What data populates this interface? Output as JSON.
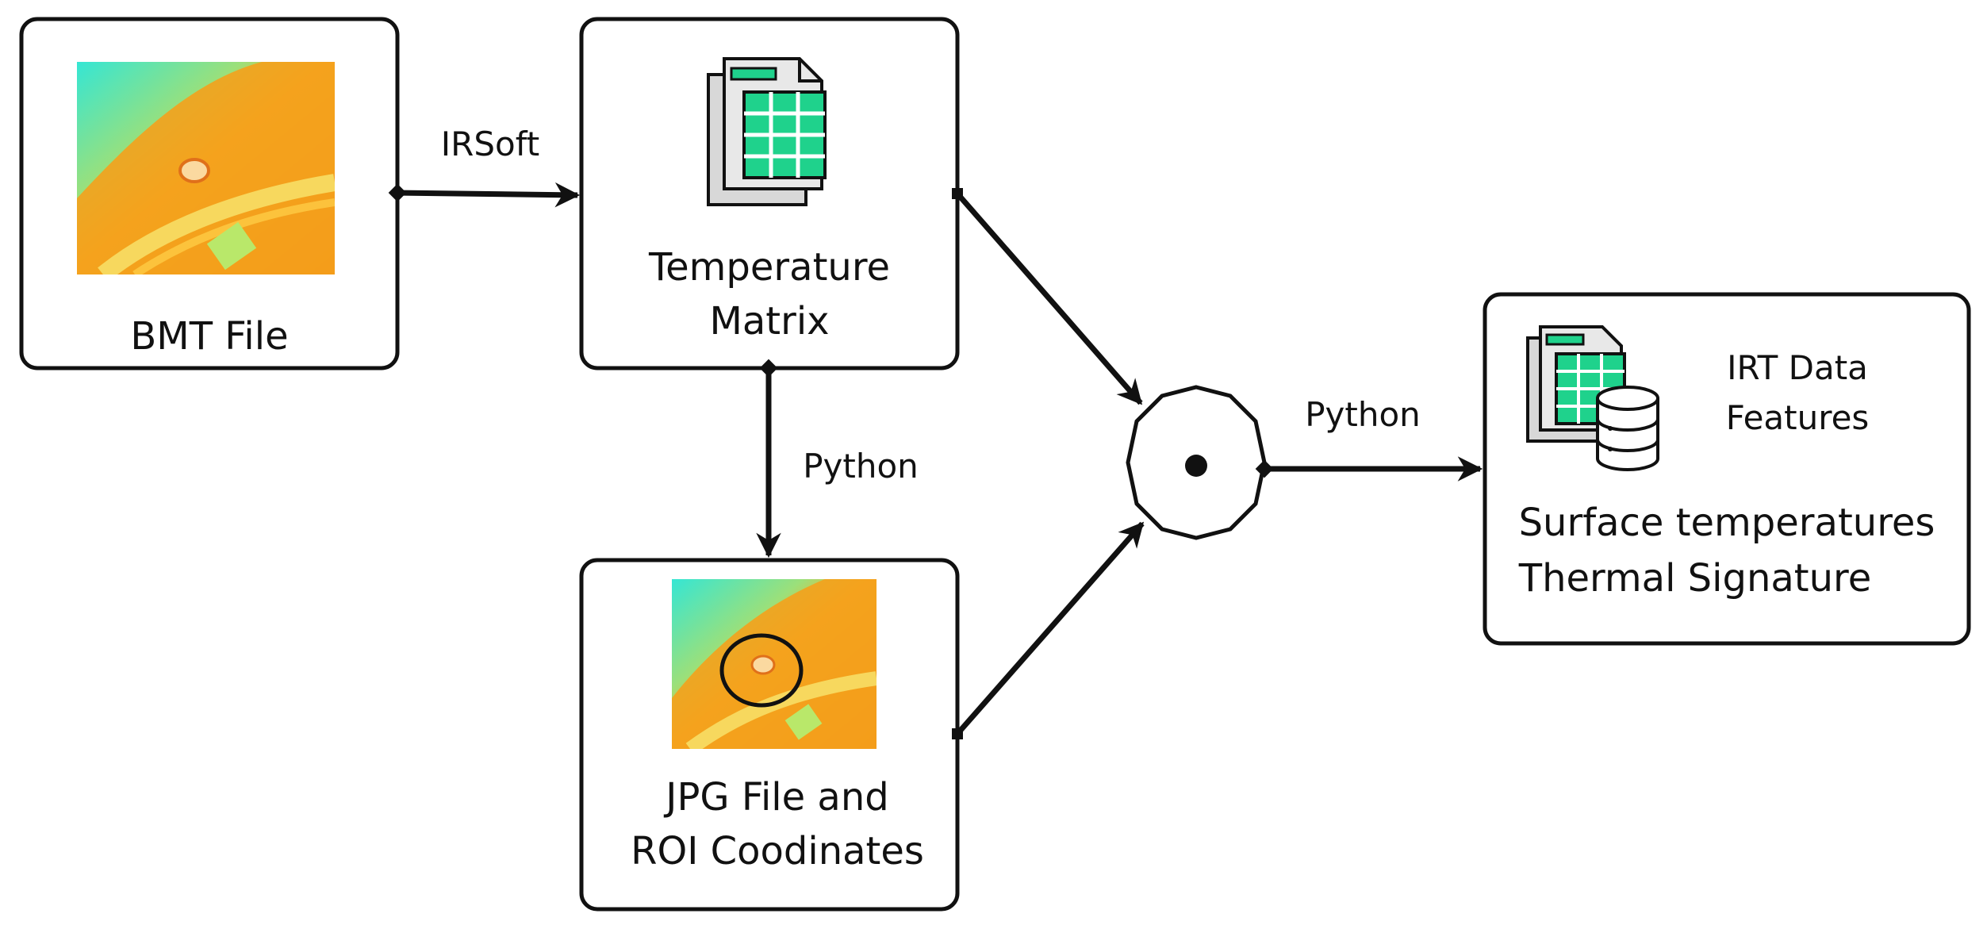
{
  "nodes": {
    "bmt": {
      "label": "BMT File",
      "icon": "thermal-image-icon"
    },
    "matrix": {
      "label_lines": [
        "Temperature",
        "Matrix"
      ],
      "icon": "spreadsheet-icon"
    },
    "jpg": {
      "label_lines": [
        "JPG File and",
        "ROI Coodinates"
      ],
      "icon": "thermal-image-roi-icon"
    },
    "merge": {
      "icon": "merge-node-icon"
    },
    "output": {
      "title_lines": [
        "IRT Data",
        "Features"
      ],
      "label_lines": [
        "Surface temperatures",
        "Thermal Signature"
      ],
      "icon": "spreadsheet-database-icon"
    }
  },
  "edges": {
    "bmt_to_matrix": "IRSoft",
    "matrix_to_jpg": "Python",
    "merge_to_output": "Python"
  },
  "colors": {
    "accent_green": "#1fd28c",
    "stroke": "#111111",
    "heat_orange": "#f59a17",
    "heat_cyan": "#3fe0c8"
  }
}
